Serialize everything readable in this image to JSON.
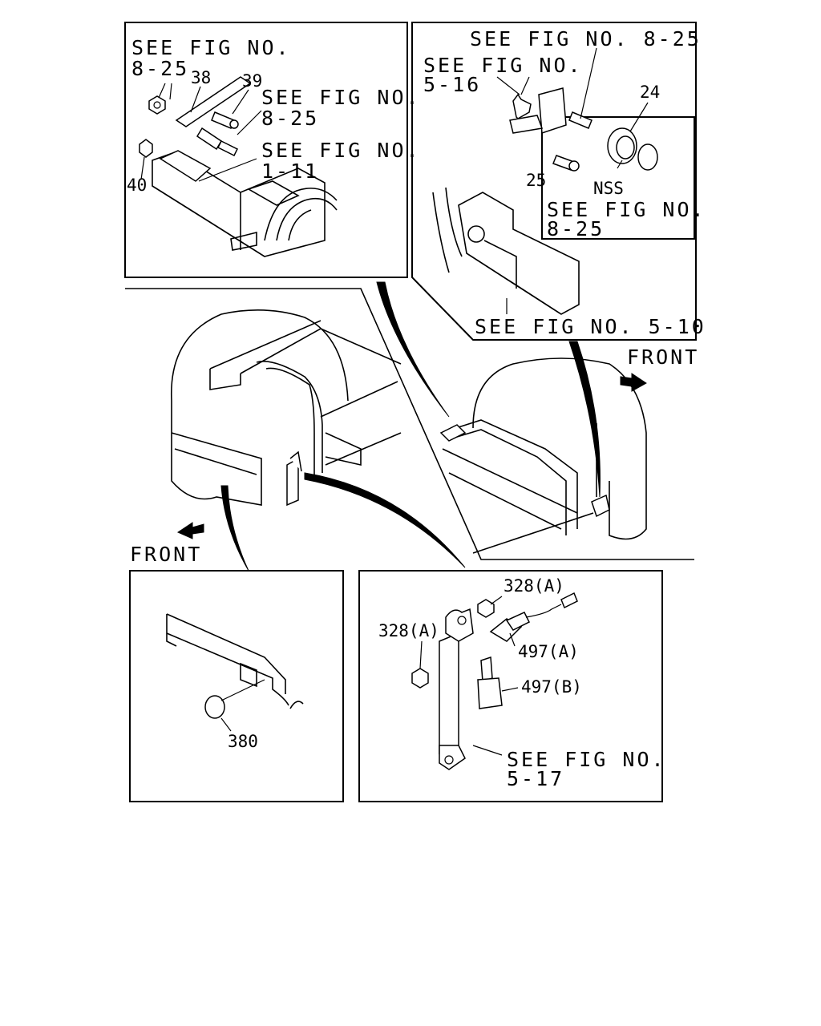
{
  "labels": {
    "tl_see_fig_a": "SEE FIG NO.",
    "tl_see_fig_a2": "8-25",
    "tl_38": "38",
    "tl_39": "39",
    "tl_see_fig_b": "SEE FIG NO.",
    "tl_see_fig_b2": "8-25",
    "tl_see_fig_c": "SEE FIG NO.",
    "tl_see_fig_c2": "1-11",
    "tl_40": "40",
    "tr_see_fig_top": "SEE FIG NO. 8-25",
    "tr_see_fig_516": "SEE FIG NO.",
    "tr_see_fig_5162": "5-16",
    "tr_24": "24",
    "tr_25": "25",
    "tr_nss": "NSS",
    "tr_see_fig_825": "SEE FIG NO.",
    "tr_see_fig_8252": "8-25",
    "tr_see_fig_510": "SEE FIG NO. 5-10",
    "front_right": "FRONT",
    "front_left": "FRONT",
    "bl_380": "380",
    "br_328a_top": "328(A)",
    "br_328a_left": "328(A)",
    "br_497a": "497(A)",
    "br_497b": "497(B)",
    "br_see_fig": "SEE FIG NO.",
    "br_see_fig2": "5-17"
  }
}
